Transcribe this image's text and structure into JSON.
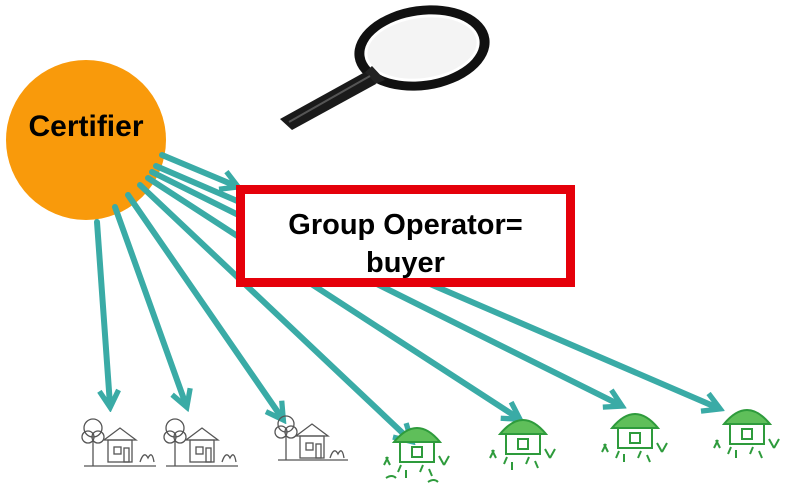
{
  "certifier": {
    "label": "Certifier",
    "color": "#f99a0b"
  },
  "group_operator": {
    "label_line1": "Group Operator=",
    "label_line2": "buyer",
    "border_color": "#e5000a"
  },
  "arrow_color": "#3aaba6",
  "farms": [
    {
      "id": "farm-1",
      "style": "sketch"
    },
    {
      "id": "farm-2",
      "style": "sketch"
    },
    {
      "id": "farm-3",
      "style": "sketch"
    },
    {
      "id": "farm-4",
      "style": "green"
    },
    {
      "id": "farm-5",
      "style": "green"
    },
    {
      "id": "farm-6",
      "style": "green"
    },
    {
      "id": "farm-7",
      "style": "green"
    }
  ],
  "icons": {
    "inspection": "magnifying-glass-icon"
  }
}
